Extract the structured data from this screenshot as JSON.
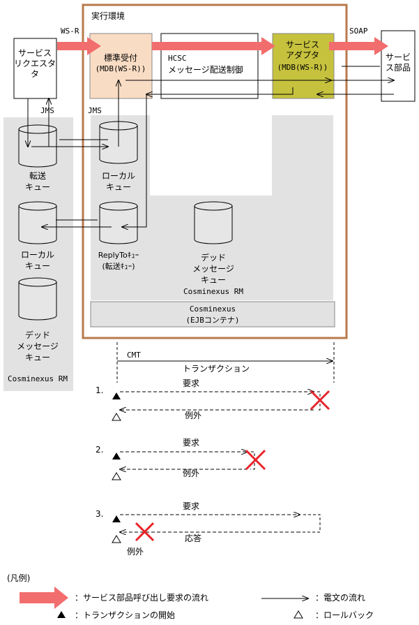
{
  "exec_env": {
    "title": "実行環境"
  },
  "labels": {
    "wsr": "WS-R",
    "soap": "SOAP",
    "jms_left": "JMS",
    "jms_right": "JMS",
    "cmt": "CMT",
    "transaction": "トランザクション"
  },
  "boxes": {
    "requester": [
      "サービス",
      "リクエスタ",
      "タ"
    ],
    "reception": [
      "標準受付",
      "(MDB(WS-R))"
    ],
    "hcsc": [
      "HCSC",
      "メッセージ配送制御"
    ],
    "adapter": [
      "サービス",
      "アダプタ",
      "(MDB(WS-R))"
    ],
    "service_part": [
      "サービ",
      "ス部品"
    ]
  },
  "rm_left": {
    "queues": [
      [
        "転送",
        "キュー"
      ],
      [
        "ローカル",
        "キュー"
      ],
      [
        "デッド",
        "メッセージ",
        "キュー"
      ]
    ],
    "label": "Cosminexus RM"
  },
  "rm_right": {
    "queues": [
      [
        "ローカル",
        "キュー"
      ],
      [
        "ReplyToｷｭｰ",
        "(転送ｷｭｰ)"
      ],
      [
        "デッド",
        "メッセージ",
        "キュー"
      ]
    ],
    "label": "Cosminexus RM"
  },
  "container": [
    "Cosminexus",
    "(EJBコンテナ)"
  ],
  "cases": [
    {
      "num": "1.",
      "req": "要求",
      "resp": "例外"
    },
    {
      "num": "2.",
      "req": "要求",
      "resp": "例外"
    },
    {
      "num": "3.",
      "req": "要求",
      "resp": "応答",
      "exc": "例外"
    }
  ],
  "legend": {
    "title": "(凡例)",
    "thick_arrow": "：サービス部品呼び出し要求の流れ",
    "thin_arrow": "：電文の流れ",
    "start": "：トランザクションの開始",
    "rollback": "：ロールバック"
  },
  "colors": {
    "border": "#b87a4b",
    "thick_arrow": "#f26d6d",
    "reception_fill": "#f9dcc4",
    "adapter_fill": "#c6c23e",
    "gray": "#e2e2e2",
    "cross": "#e8242a"
  }
}
